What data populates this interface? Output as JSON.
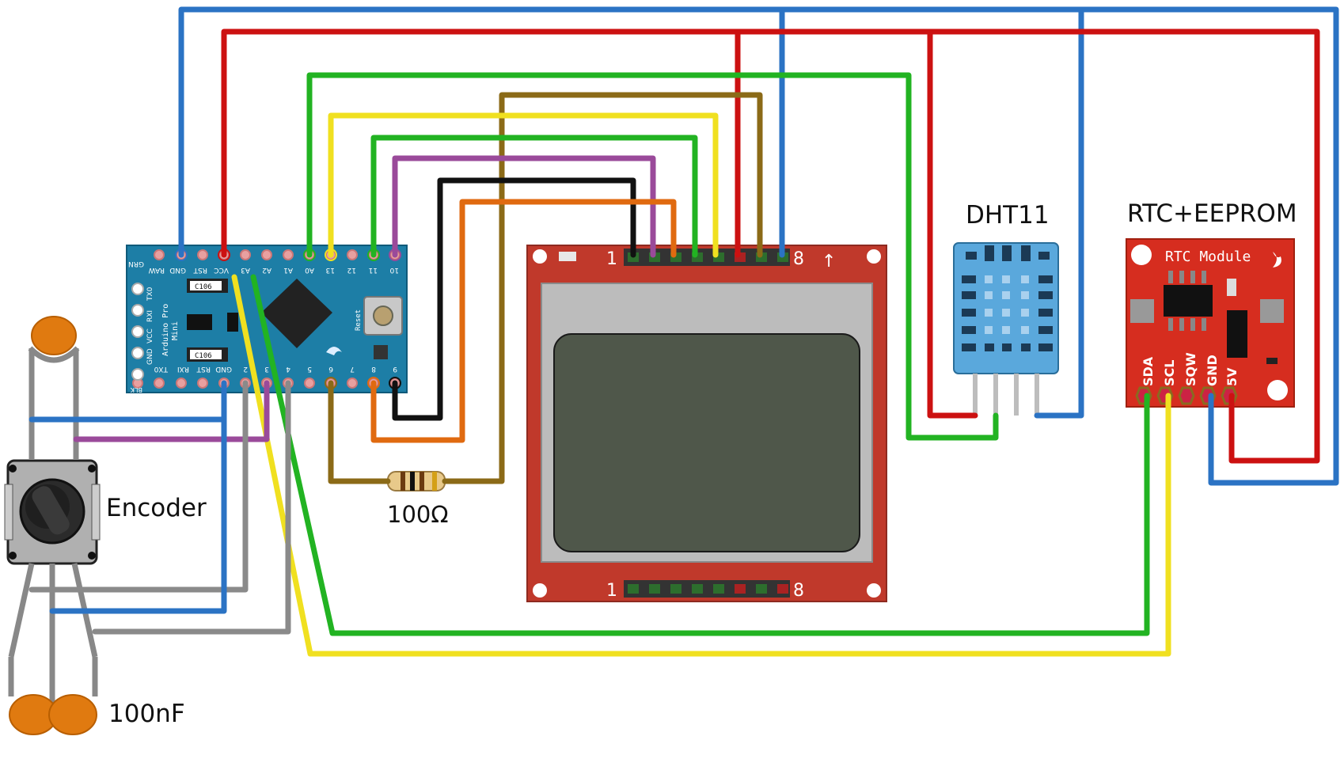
{
  "labels": {
    "dht": "DHT11",
    "rtc": "RTC+EEPROM",
    "encoder": "Encoder",
    "resistor": "100Ω",
    "capacitor": "100nF"
  },
  "arduino": {
    "name_lines": [
      "Arduino Pro",
      "Mini"
    ],
    "reset": "Reset",
    "chip1": "C106",
    "chip2": "C106",
    "top_pins": [
      "GRN",
      "RAW",
      "GND",
      "RST",
      "VCC",
      "A3",
      "A2",
      "A1",
      "A0",
      "13",
      "12",
      "11",
      "10"
    ],
    "bottom_pins": [
      "TX0",
      "RXI",
      "RST",
      "GND",
      "2",
      "3",
      "4",
      "5",
      "6",
      "7",
      "8",
      "9"
    ],
    "side_top": [
      "GRN",
      "TX0",
      "RXI",
      "VCC",
      "GND",
      "BLK"
    ]
  },
  "lcd": {
    "pin_first": "1",
    "pin_last": "8",
    "arrow": "↑"
  },
  "rtc": {
    "title": "RTC Module",
    "pins": [
      "SDA",
      "SCL",
      "SQW",
      "GND",
      "5V"
    ]
  },
  "colors": {
    "blue": "#2b73c4",
    "red": "#cc1111",
    "green": "#22b322",
    "yellow": "#f0e020",
    "brown": "#8b6a17",
    "purple": "#9a4a9a",
    "black": "#111111",
    "orange": "#e06a10",
    "gray": "#8a8a8a",
    "board_blue": "#1d7ea6",
    "board_red": "#c0392b"
  }
}
